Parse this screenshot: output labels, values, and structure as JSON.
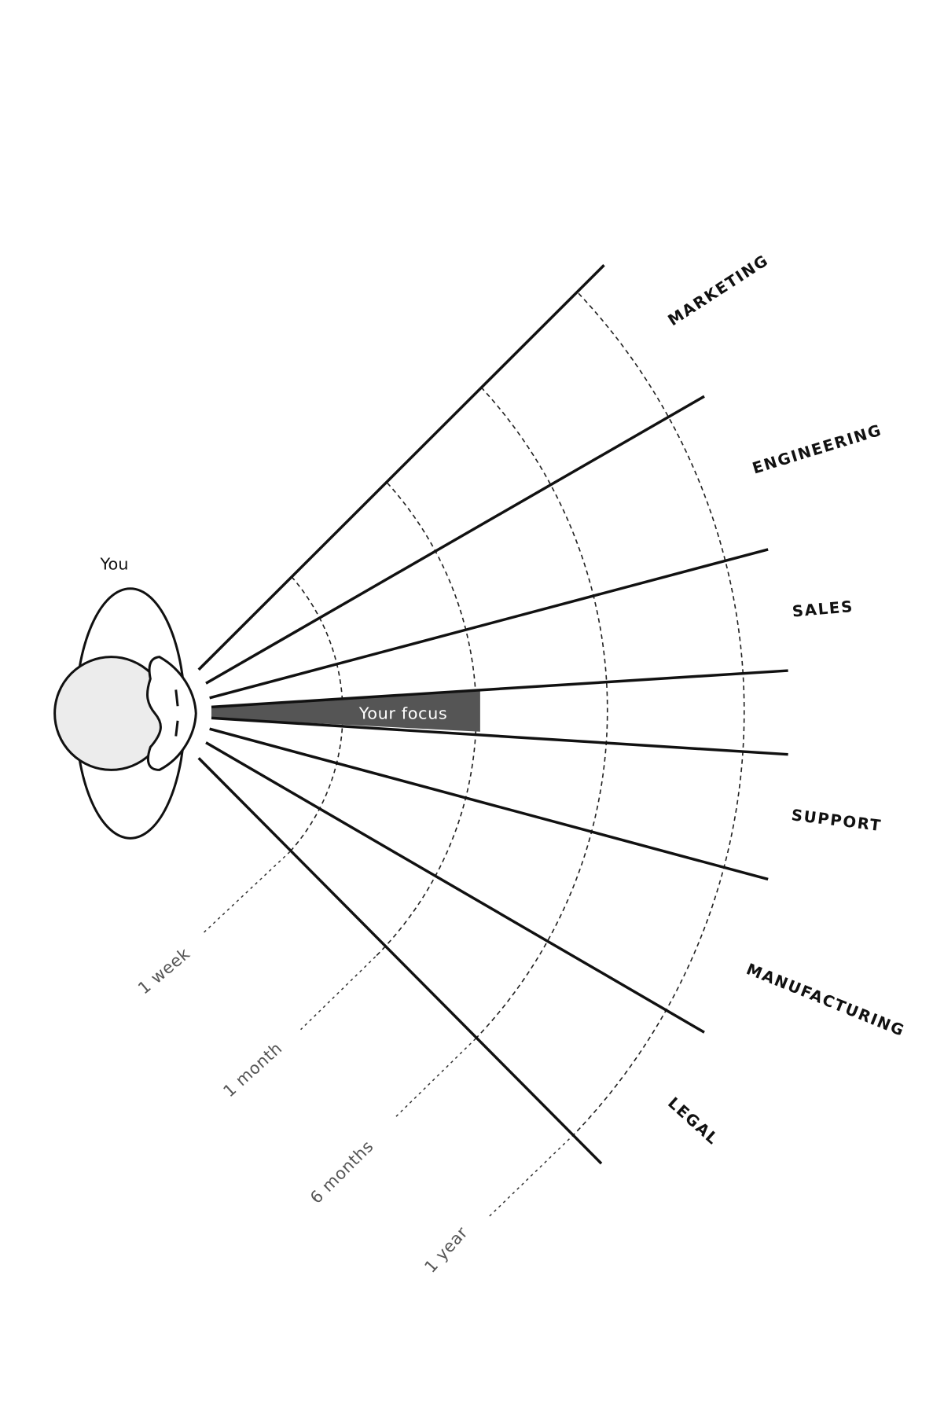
{
  "person_label": "You",
  "focus_label": "Your focus",
  "departments": [
    "MARKETING",
    "ENGINEERING",
    "SALES",
    "SUPPORT",
    "MANUFACTURING",
    "LEGAL"
  ],
  "time_horizons": [
    "1 week",
    "1 month",
    "6 months",
    "1 year"
  ],
  "colors": {
    "lines": "#111111",
    "focus_fill": "#555555",
    "head_fill": "#ececec"
  }
}
